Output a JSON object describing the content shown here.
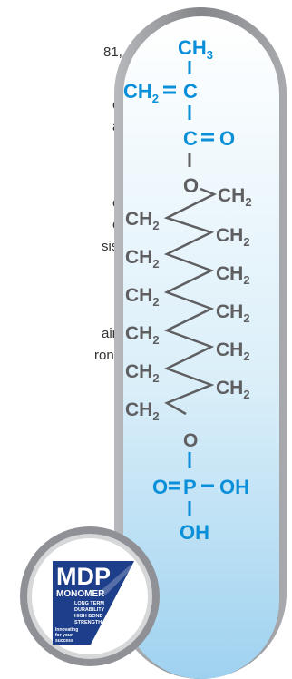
{
  "side_text": {
    "fragments": [
      "81,",
      "o",
      "a",
      "e",
      "o",
      "sis",
      "ain",
      "rong"
    ]
  },
  "molecule": {
    "ch3": "CH",
    "ch3_sub": "3",
    "ch2_double": "CH",
    "ch2_double_sub": "2",
    "c_top": "C",
    "c_carbonyl": "C",
    "o_carbonyl": "O",
    "o_ester": "O",
    "ch2_label": "CH",
    "ch2_sub": "2",
    "o_phosphate": "O",
    "p": "P",
    "o_double": "O",
    "oh_right": "OH",
    "oh_bottom": "OH",
    "colors": {
      "blue": "#0a8fd8",
      "gray": "#5f5f62",
      "tube_border": "#8e8f93",
      "tube_inner_top": "#ffffff",
      "tube_inner_bottom": "#9fd2f0"
    }
  },
  "badge": {
    "title": "MDP",
    "subtitle": "MONOMER",
    "line1": "LONG TERM",
    "line2": "DURABILITY",
    "line3": "HIGH BOND",
    "line4": "STRENGTH",
    "tag1": "Innovating",
    "tag2": "for your",
    "tag3": "success",
    "colors": {
      "navy": "#1d3e8a",
      "ring": "#8f9196"
    }
  }
}
